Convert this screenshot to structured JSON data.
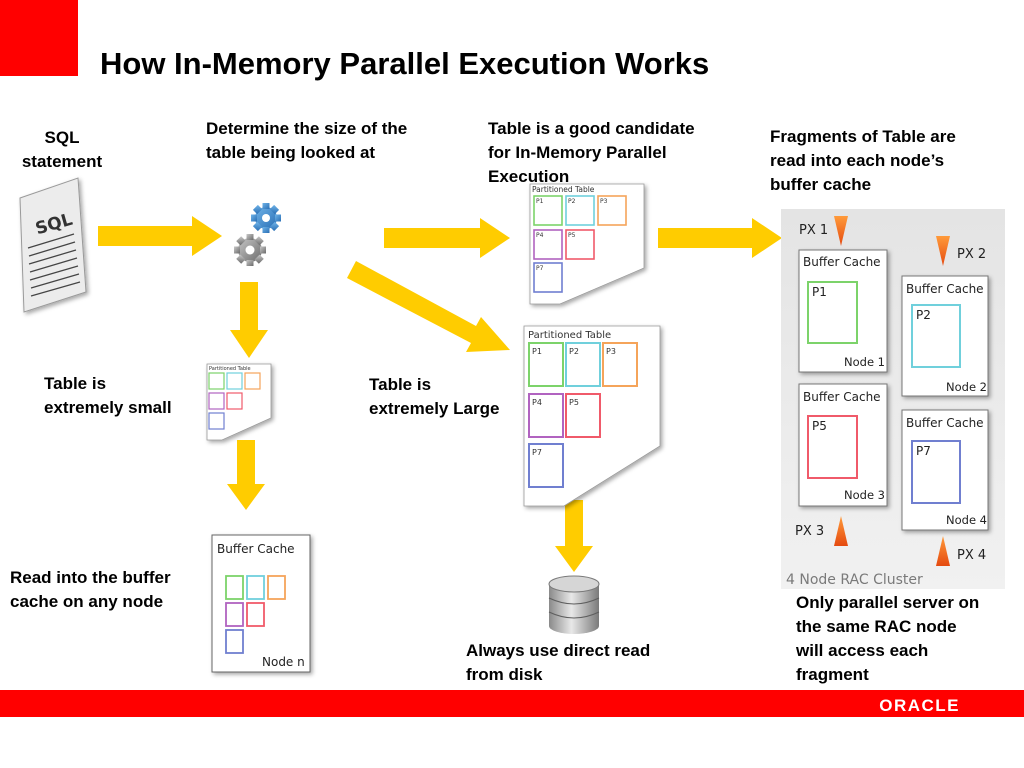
{
  "title": "How In-Memory Parallel Execution Works",
  "labels": {
    "sql_statement": "SQL\nstatement",
    "determine_size": "Determine the size of the\ntable being looked at",
    "good_candidate": "Table is a good candidate\nfor In-Memory Parallel\nExecution",
    "fragments": "Fragments of Table are\nread into each node’s\nbuffer cache",
    "extremely_small": "Table is\nextremely small",
    "extremely_large": "Table is\nextremely Large",
    "read_into_buffer": "Read into the buffer\ncache on any node",
    "direct_read": "Always use direct read\nfrom disk",
    "only_parallel": "Only parallel server on\nthe same RAC node\nwill access each\nfragment"
  },
  "sql_doc_text": "SQL",
  "partitioned_table": {
    "title": "Partitioned Table",
    "partitions": [
      "P1",
      "P2",
      "P3",
      "P4",
      "P5",
      "P7"
    ]
  },
  "buffer_cache_node_n": {
    "title": "Buffer Cache",
    "node": "Node n"
  },
  "rac_cluster": {
    "label": "4 Node RAC Cluster",
    "px": [
      "PX 1",
      "PX 2",
      "PX 3",
      "PX 4"
    ],
    "nodes": [
      {
        "title": "Buffer Cache",
        "partition": "P1",
        "node": "Node 1"
      },
      {
        "title": "Buffer Cache",
        "partition": "P2",
        "node": "Node 2"
      },
      {
        "title": "Buffer Cache",
        "partition": "P5",
        "node": "Node 3"
      },
      {
        "title": "Buffer Cache",
        "partition": "P7",
        "node": "Node 4"
      }
    ]
  },
  "logo": "ORACLE",
  "colors": {
    "brand_red": "#ff0000",
    "arrow_yellow": "#ffcc00",
    "p1": "#7cd36a",
    "p2": "#6fd0dc",
    "p3": "#f5a45a",
    "p4": "#b163c0",
    "p5": "#f05a6a",
    "p7": "#6f7fd0"
  }
}
